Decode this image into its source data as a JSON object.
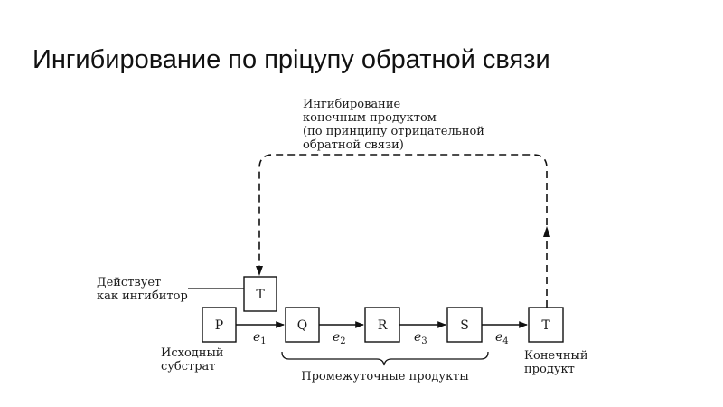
{
  "title": "Ингибирование по пріцупу обратной связи",
  "feedback_note": {
    "lines": [
      "Ингибирование",
      "конечным продуктом",
      "(по принципу отрицательной",
      "обратной связи)"
    ]
  },
  "inhibitor": {
    "label_lines": [
      "Действует",
      "как ингибитор"
    ],
    "box": "T"
  },
  "pathway": {
    "nodes": [
      {
        "id": "P",
        "label": "P"
      },
      {
        "id": "Q",
        "label": "Q"
      },
      {
        "id": "R",
        "label": "R"
      },
      {
        "id": "S",
        "label": "S"
      },
      {
        "id": "T",
        "label": "T"
      }
    ],
    "enzymes": [
      {
        "name": "e",
        "sub": "1"
      },
      {
        "name": "e",
        "sub": "2"
      },
      {
        "name": "e",
        "sub": "3"
      },
      {
        "name": "e",
        "sub": "4"
      }
    ]
  },
  "captions": {
    "source": [
      "Исходный",
      "субстрат"
    ],
    "intermediates": "Промежуточные продукты",
    "end_product": [
      "Конечный",
      "продукт"
    ]
  }
}
